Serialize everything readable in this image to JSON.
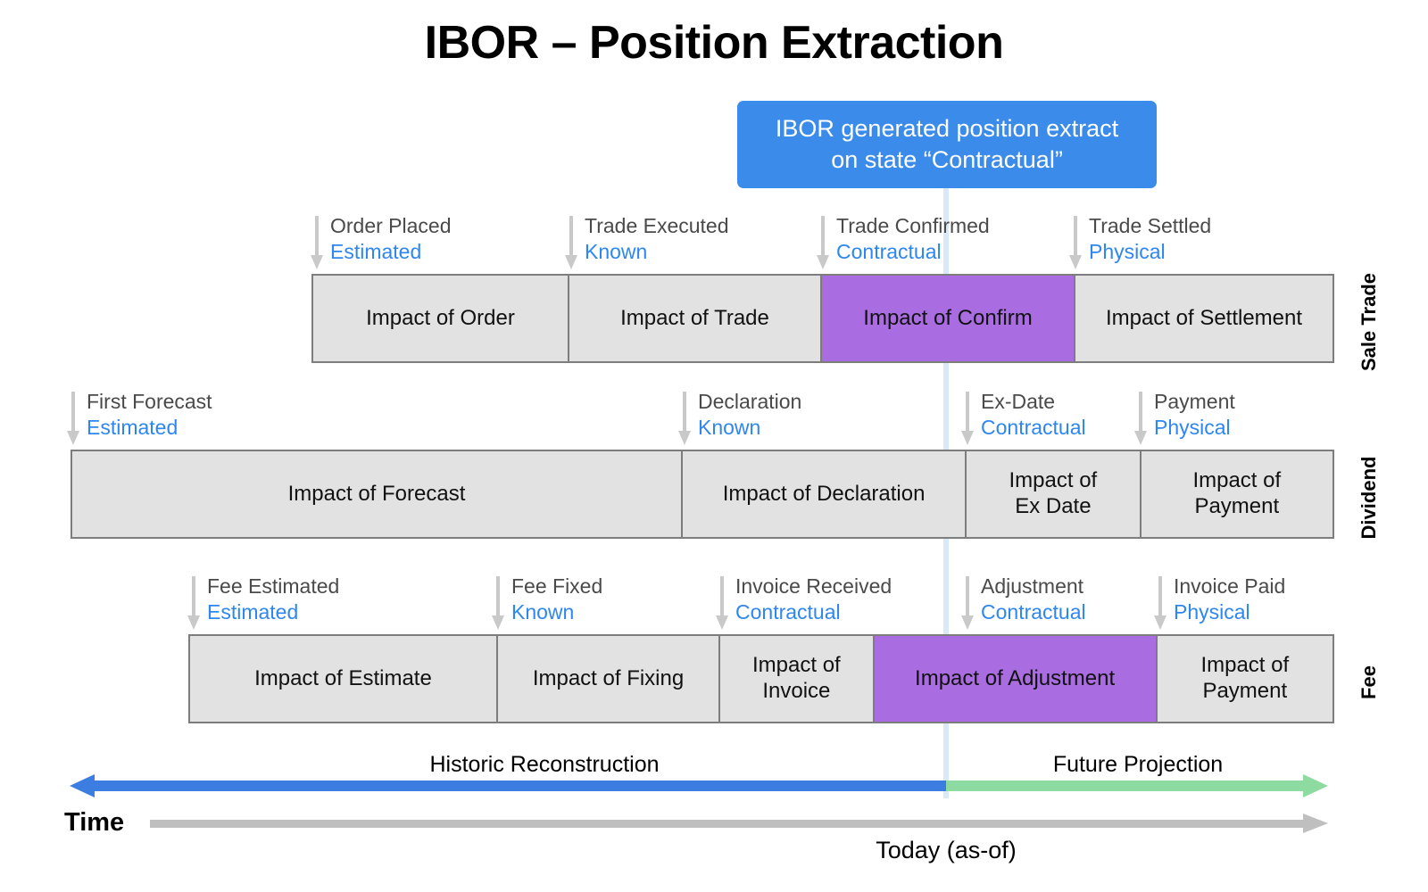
{
  "title": "IBOR – Position Extraction",
  "callout": {
    "line1": "IBOR generated position extract",
    "line2": "on state “Contractual”",
    "color": "#3b8bea"
  },
  "colors": {
    "accent_blue": "#2e86f0",
    "highlight_purple": "#a96ce1",
    "segment_gray": "#e2e2e2",
    "segment_border": "#7d7d7d",
    "today_line": "#d9e9f7",
    "historic_arrow": "#3b7de0",
    "future_arrow": "#8ddba0",
    "time_axis": "#bfbfbf"
  },
  "lanes": [
    {
      "title": "Sale Trade",
      "events": [
        {
          "name": "Order Placed",
          "state": "Estimated"
        },
        {
          "name": "Trade Executed",
          "state": "Known"
        },
        {
          "name": "Trade Confirmed",
          "state": "Contractual"
        },
        {
          "name": "Trade Settled",
          "state": "Physical"
        }
      ],
      "segments": [
        {
          "label": "Impact of Order",
          "highlight": false
        },
        {
          "label": "Impact of Trade",
          "highlight": false
        },
        {
          "label": "Impact of Confirm",
          "highlight": true
        },
        {
          "label": "Impact of Settlement",
          "highlight": false
        }
      ]
    },
    {
      "title": "Dividend",
      "events": [
        {
          "name": "First Forecast",
          "state": "Estimated"
        },
        {
          "name": "Declaration",
          "state": "Known"
        },
        {
          "name": "Ex-Date",
          "state": "Contractual"
        },
        {
          "name": "Payment",
          "state": "Physical"
        }
      ],
      "segments": [
        {
          "label": "Impact of Forecast",
          "highlight": false
        },
        {
          "label": "Impact of Declaration",
          "highlight": false
        },
        {
          "label": "Impact of\nEx Date",
          "highlight": false
        },
        {
          "label": "Impact of\nPayment",
          "highlight": false
        }
      ]
    },
    {
      "title": "Fee",
      "events": [
        {
          "name": "Fee Estimated",
          "state": "Estimated"
        },
        {
          "name": "Fee Fixed",
          "state": "Known"
        },
        {
          "name": "Invoice Received",
          "state": "Contractual"
        },
        {
          "name": "Adjustment",
          "state": "Contractual"
        },
        {
          "name": "Invoice Paid",
          "state": "Physical"
        }
      ],
      "segments": [
        {
          "label": "Impact of Estimate",
          "highlight": false
        },
        {
          "label": "Impact of Fixing",
          "highlight": false
        },
        {
          "label": "Impact of\nInvoice",
          "highlight": false
        },
        {
          "label": "Impact of Adjustment",
          "highlight": true
        },
        {
          "label": "Impact of\nPayment",
          "highlight": false
        }
      ]
    }
  ],
  "timeline": {
    "historic_label": "Historic Reconstruction",
    "future_label": "Future Projection",
    "time_label": "Time",
    "today_label": "Today (as-of)"
  }
}
